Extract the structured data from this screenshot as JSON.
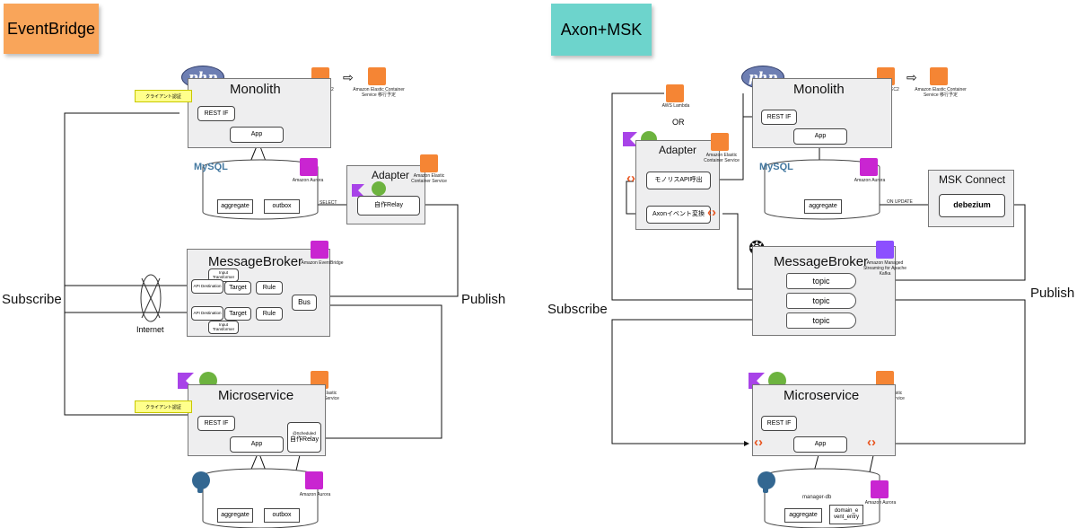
{
  "left": {
    "title": "EventBridge",
    "monolith": {
      "title": "Monolith",
      "rest": "REST IF",
      "app": "App",
      "client_note": "クライアント認証",
      "ec2": "Amazon EC2",
      "ecs_future": "Amazon Elastic Container Service 移行予定",
      "php": "php"
    },
    "db": {
      "aggregate": "aggregate",
      "outbox": "outbox",
      "aurora": "Amazon Aurora",
      "mysql": "MySQL"
    },
    "adapter": {
      "title": "Adapter",
      "relay": "自作Relay",
      "ecs": "Amazon Elastic Container Service",
      "select": "SELECT"
    },
    "broker": {
      "title": "MessageBroker",
      "service": "Amazon EventBridge",
      "api_dest": "API Destination",
      "input_transformer": "Input Transformer",
      "target": "Target",
      "rule": "Rule",
      "bus": "Bus"
    },
    "internet": "Internet",
    "subscribe": "Subscribe",
    "publish": "Publish",
    "micro": {
      "title": "Microservice",
      "rest": "REST IF",
      "app": "App",
      "client_note": "クライアント認証",
      "scheduled": "@Scheduled",
      "relay": "自作Relay",
      "ecs": "Amazon Elastic Container Service"
    },
    "db2": {
      "aggregate": "aggregate",
      "outbox": "outbox",
      "aurora": "Amazon Aurora"
    }
  },
  "right": {
    "title": "Axon+MSK",
    "lambda": "AWS Lambda",
    "or": "OR",
    "monolith": {
      "title": "Monolith",
      "rest": "REST IF",
      "app": "App",
      "ec2": "Amazon EC2",
      "ecs_future": "Amazon Elastic Container Service 移行予定",
      "php": "php"
    },
    "adapter": {
      "title": "Adapter",
      "call": "モノリスAPI呼出",
      "convert": "Axonイベント変換",
      "ecs": "Amazon Elastic Container Service"
    },
    "db": {
      "aggregate": "aggregate",
      "aurora": "Amazon Aurora",
      "mysql": "MySQL",
      "on_update": "ON UPDATE"
    },
    "msk_connect": {
      "title": "MSK Connect",
      "debezium": "debezium"
    },
    "broker": {
      "title": "MessageBroker",
      "service": "Amazon Managed Streaming for Apache Kafka",
      "topics": [
        "topic",
        "topic",
        "topic"
      ]
    },
    "subscribe": "Subscribe",
    "publish": "Publish",
    "micro": {
      "title": "Microservice",
      "rest": "REST IF",
      "app": "App",
      "ecs": "Amazon Elastic Container Service"
    },
    "db2": {
      "name": "manager-db",
      "aggregate": "aggregate",
      "domain_event": "domain_e vent_entry",
      "aurora": "Amazon Aurora"
    }
  },
  "colors": {
    "sticky_left": "#f9a55a",
    "sticky_right": "#6dd4cc",
    "aws_compute": "#f58534",
    "aws_db": "#c925d1",
    "aws_kafka": "#8c4fff",
    "axon": "#e8541e"
  }
}
